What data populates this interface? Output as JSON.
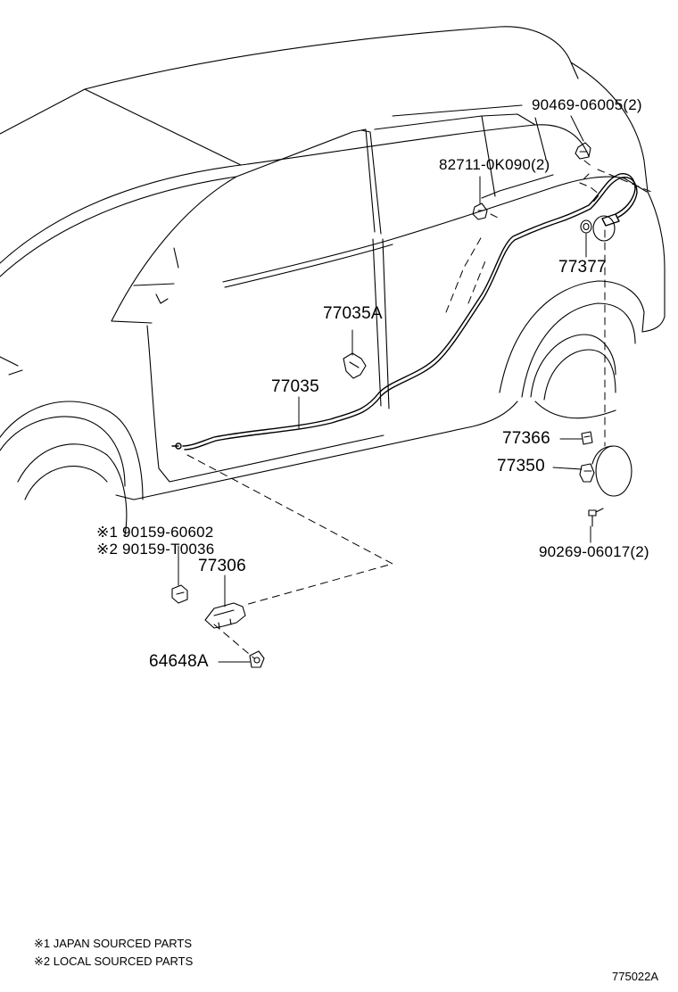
{
  "labels": {
    "p90469": "90469-06005(2)",
    "p82711": "82711-0K090(2)",
    "p77377": "77377",
    "p77035a": "77035A",
    "p77035": "77035",
    "p77366": "77366",
    "p77350": "77350",
    "p90269": "90269-06017(2)",
    "p90159a": "※1  90159-60602",
    "p90159b": "※2  90159-T0036",
    "p77306": "77306",
    "p64648a": "64648A"
  },
  "notes": {
    "n1": "※1 JAPAN SOURCED PARTS",
    "n2": "※2 LOCAL SOURCED PARTS"
  },
  "diagram_code": "775022A"
}
